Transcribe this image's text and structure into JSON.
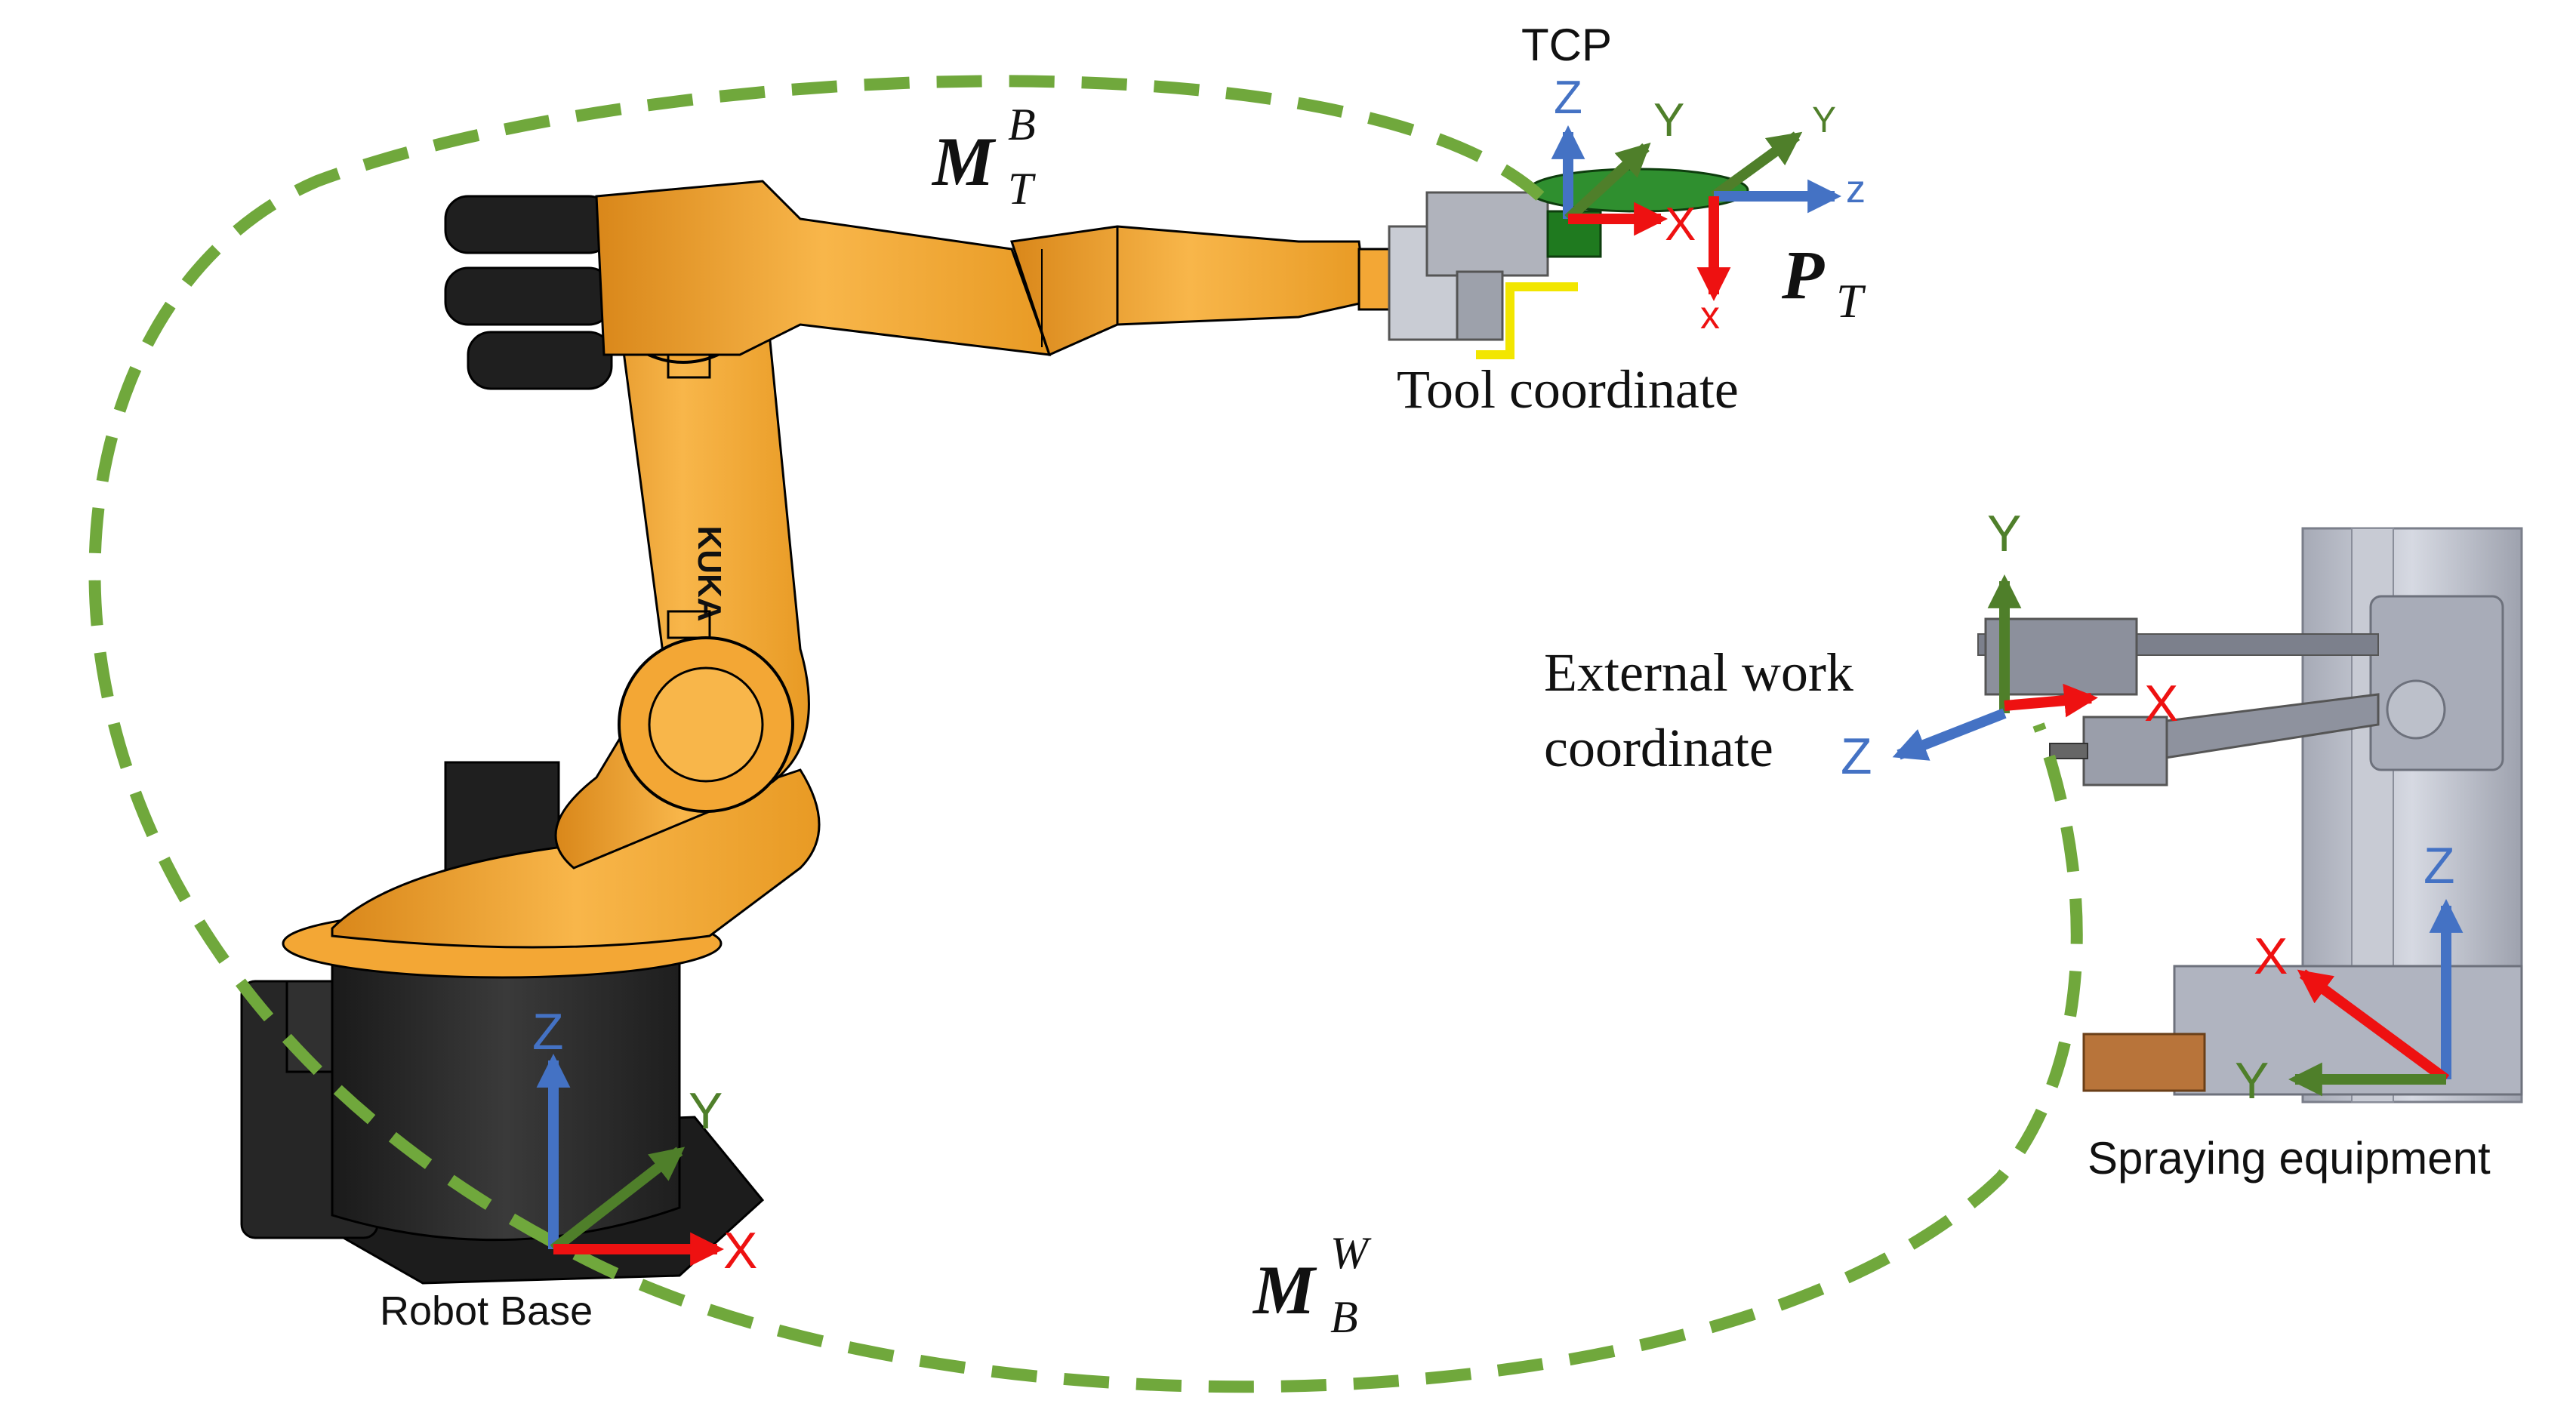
{
  "labels": {
    "tcp": "TCP",
    "tool_coordinate": "Tool coordinate",
    "external_work_line1": "External work",
    "external_work_line2": "coordinate",
    "spraying_equipment": "Spraying equipment",
    "robot_base": "Robot Base",
    "kuka_logo": "KUKA"
  },
  "transforms": {
    "m_tb": {
      "base": "M",
      "sup": "B",
      "sub": "T"
    },
    "m_bw": {
      "base": "M",
      "sup": "W",
      "sub": "B"
    },
    "p_t": {
      "base": "P",
      "sub": "T"
    }
  },
  "axes": {
    "x": "X",
    "y": "Y",
    "z": "Z",
    "x_lower": "x",
    "y_lower": "Y",
    "z_lower": "z"
  },
  "colors": {
    "x_axis": "#ee1111",
    "y_axis": "#4f7f2a",
    "z_axis": "#4472c4",
    "dashed_loop": "#70a83c",
    "robot_orange": "#f5a623",
    "robot_black": "#222222",
    "tool_yellow": "#f2e600",
    "tool_green": "#1f7a1f",
    "equipment_gray": "#b8bcc8"
  }
}
